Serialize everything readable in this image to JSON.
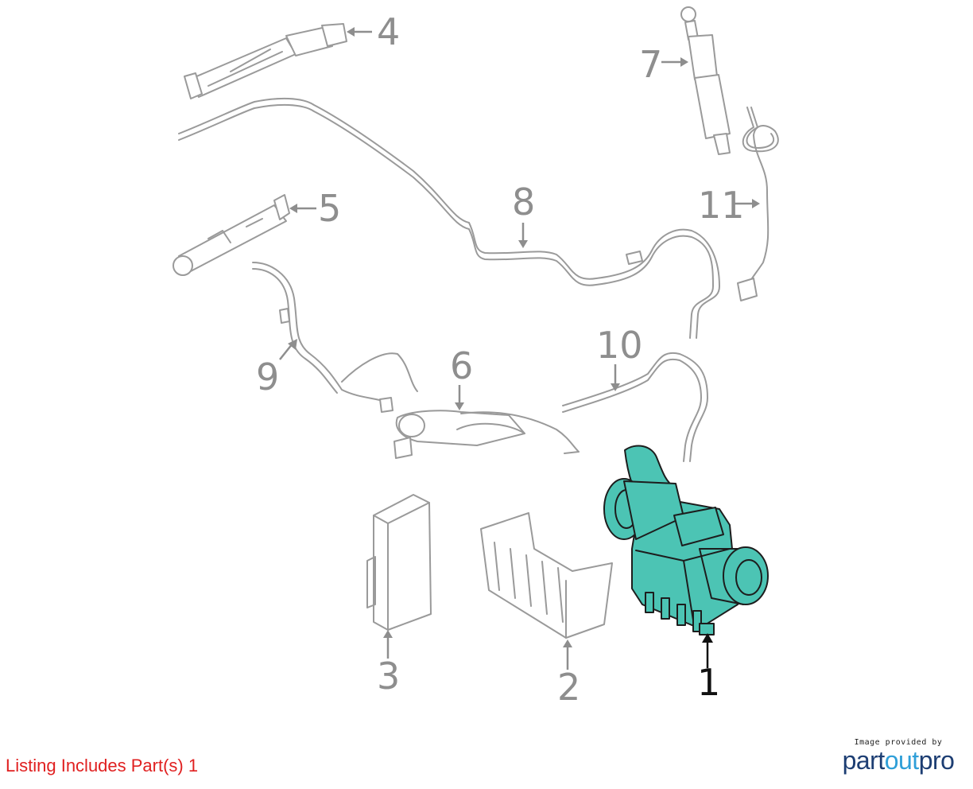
{
  "callouts": [
    {
      "id": "1",
      "label": "1",
      "highlighted": true
    },
    {
      "id": "2",
      "label": "2",
      "highlighted": false
    },
    {
      "id": "3",
      "label": "3",
      "highlighted": false
    },
    {
      "id": "4",
      "label": "4",
      "highlighted": false
    },
    {
      "id": "5",
      "label": "5",
      "highlighted": false
    },
    {
      "id": "6",
      "label": "6",
      "highlighted": false
    },
    {
      "id": "7",
      "label": "7",
      "highlighted": false
    },
    {
      "id": "8",
      "label": "8",
      "highlighted": false
    },
    {
      "id": "9",
      "label": "9",
      "highlighted": false
    },
    {
      "id": "10",
      "label": "10",
      "highlighted": false
    },
    {
      "id": "11",
      "label": "11",
      "highlighted": false
    }
  ],
  "colors": {
    "highlight_fill": "#4cc4b4",
    "part_stroke": "#9a9a9a",
    "note_text": "#e02020",
    "brand_dark": "#1d3e73",
    "brand_light": "#2f9fd8"
  },
  "listing_note": "Listing Includes Part(s) 1",
  "brand": {
    "tagline": "Image provided by",
    "name_part": "part",
    "name_out": "out",
    "name_pro": "pro"
  }
}
